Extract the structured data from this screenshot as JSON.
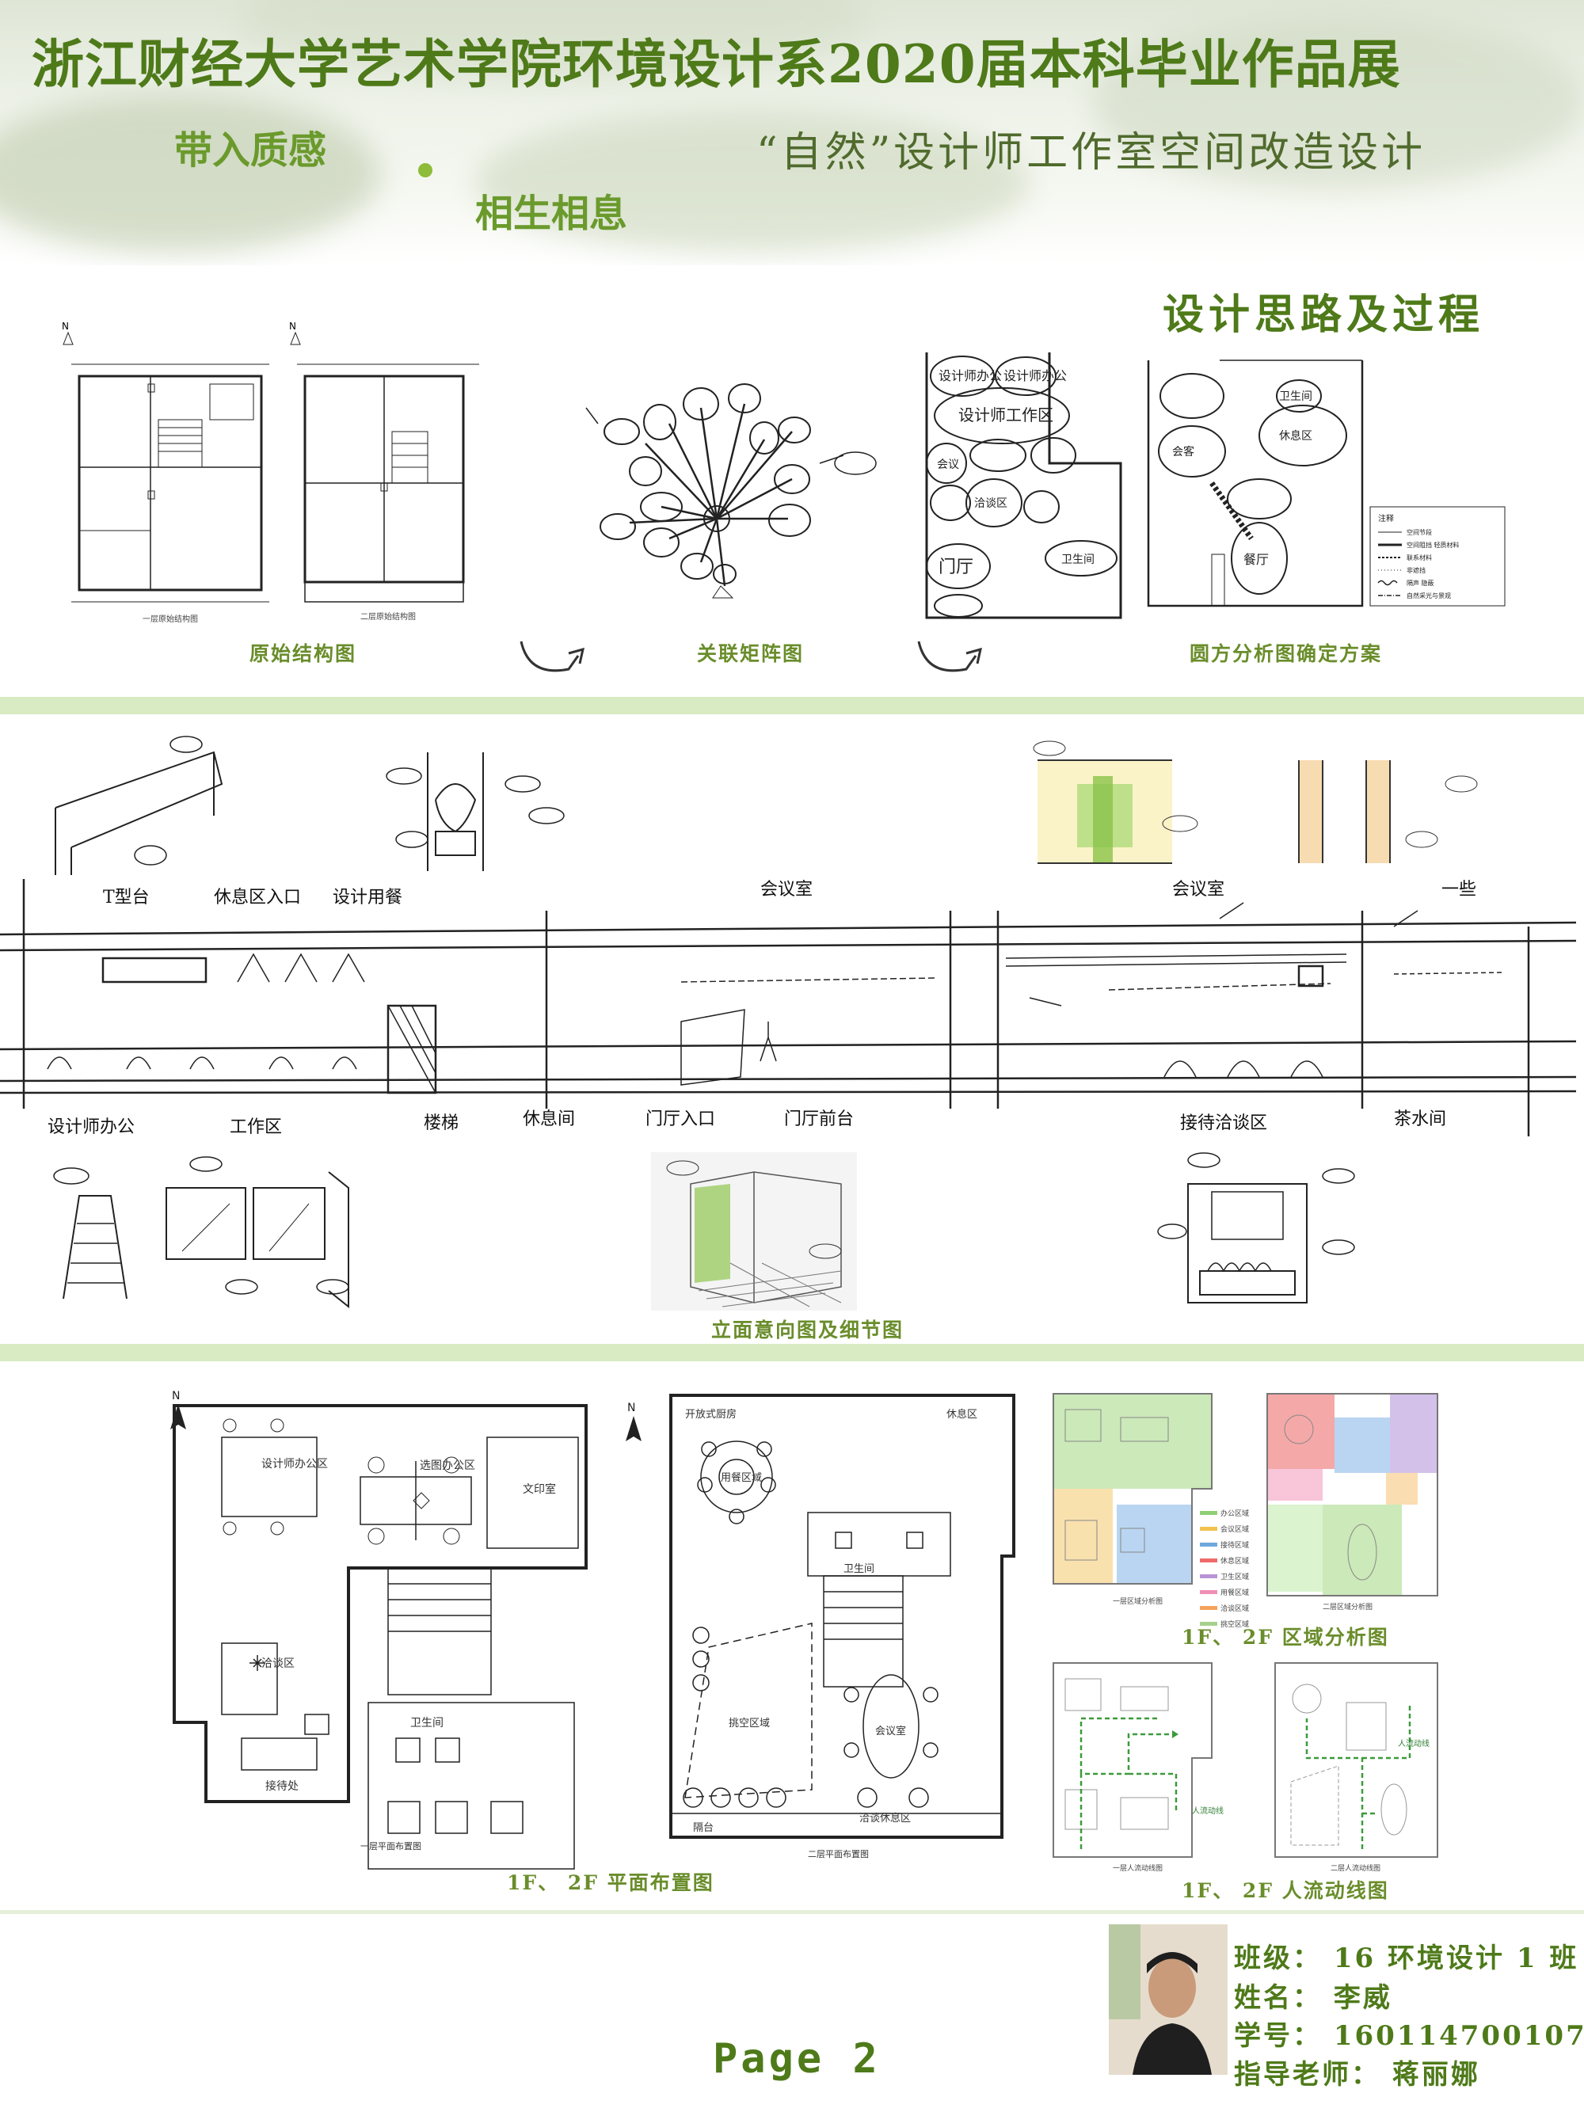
{
  "header": {
    "title": "浙江财经大学艺术学院环境设计系2020届本科毕业作品展",
    "tagline_left": "带入质感",
    "tagline_right": "相生相息",
    "subtitle": "“自然”设计师工作室空间改造设计"
  },
  "section1": {
    "title": "设计思路及过程",
    "captions": {
      "original": "原始结构图",
      "matrix": "关联矩阵图",
      "bubble": "圆方分析图确定方案"
    },
    "drawing_labels": {
      "plan_1f": "一层原始结构图",
      "plan_2f": "二层原始结构图",
      "legend_title": "注释",
      "legend_items": [
        "空间节段",
        "空间阻挡 轻质材料",
        "联系材料",
        "非遮挡",
        "隔声 隐蔽",
        "自然采光与景观"
      ],
      "bubble_sketch_labels": [
        "设计师办公",
        "设计师办公",
        "设计师工作区",
        "会议",
        "洽谈区",
        "门厅",
        "卫生间",
        "卫生间",
        "休息区",
        "会客",
        "餐厅"
      ]
    }
  },
  "section2": {
    "caption": "立面意向图及细节图",
    "section_labels": [
      "T型台",
      "休息区入口",
      "设计用餐",
      "会议室",
      "会议室",
      "一些",
      "设计师办公",
      "工作区",
      "楼梯",
      "休息间",
      "门厅入口",
      "门厅前台",
      "接待洽谈区",
      "茶水间"
    ]
  },
  "section3": {
    "plan_caption": "1F、 2F 平面布置图",
    "zone_caption": "1F、 2F 区域分析图",
    "flow_caption": "1F、 2F 人流动线图",
    "plan_1f": {
      "rooms": [
        "设计师办公区",
        "选图办公区",
        "文印室",
        "洽谈区",
        "卫生间",
        "接待处"
      ],
      "caption": "一层平面布置图"
    },
    "plan_2f": {
      "rooms": [
        "开放式厨房",
        "用餐区域",
        "休息区",
        "卫生间",
        "挑空区域",
        "会议室",
        "洽谈休息区",
        "隔台"
      ],
      "caption": "二层平面布置图"
    },
    "zone_legend": [
      "办公区域",
      "会议区域",
      "接待区域",
      "休息区域",
      "卫生区域",
      "用餐区域",
      "洽谈区域",
      "挑空区域"
    ],
    "zone_colors": [
      "#8fcf75",
      "#f2c14e",
      "#6ea8dc",
      "#ef6b6b",
      "#b993d6",
      "#f08fb5",
      "#f5a35b",
      "#a8d08d"
    ],
    "flow_label": "人流动线",
    "zone_plan_captions": [
      "一层区域分析图",
      "二层区域分析图"
    ],
    "flow_plan_captions": [
      "一层人流动线图",
      "二层人流动线图"
    ]
  },
  "footer": {
    "class_label": "班级： 16 环境设计 1 班",
    "name_label": "姓名： 李威",
    "id_label": "学号： 160114700107",
    "advisor_label": "指导老师： 蒋丽娜",
    "page": "Page 2"
  }
}
